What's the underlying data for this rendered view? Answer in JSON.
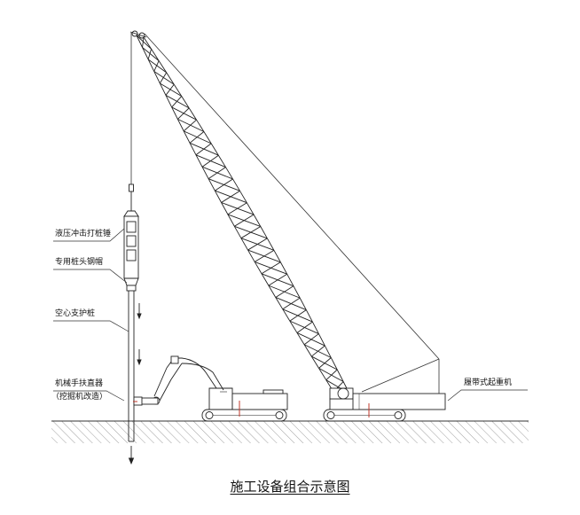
{
  "labels": {
    "hammer": "液压冲击打桩锤",
    "pile_cap": "专用桩头钢帽",
    "hollow_pile": "空心支护桩",
    "manipulator_line1": "机械手扶直器",
    "manipulator_line2": "（挖掘机改造）",
    "crawler_crane": "履带式起重机"
  },
  "caption": "施工设备组合示意图"
}
